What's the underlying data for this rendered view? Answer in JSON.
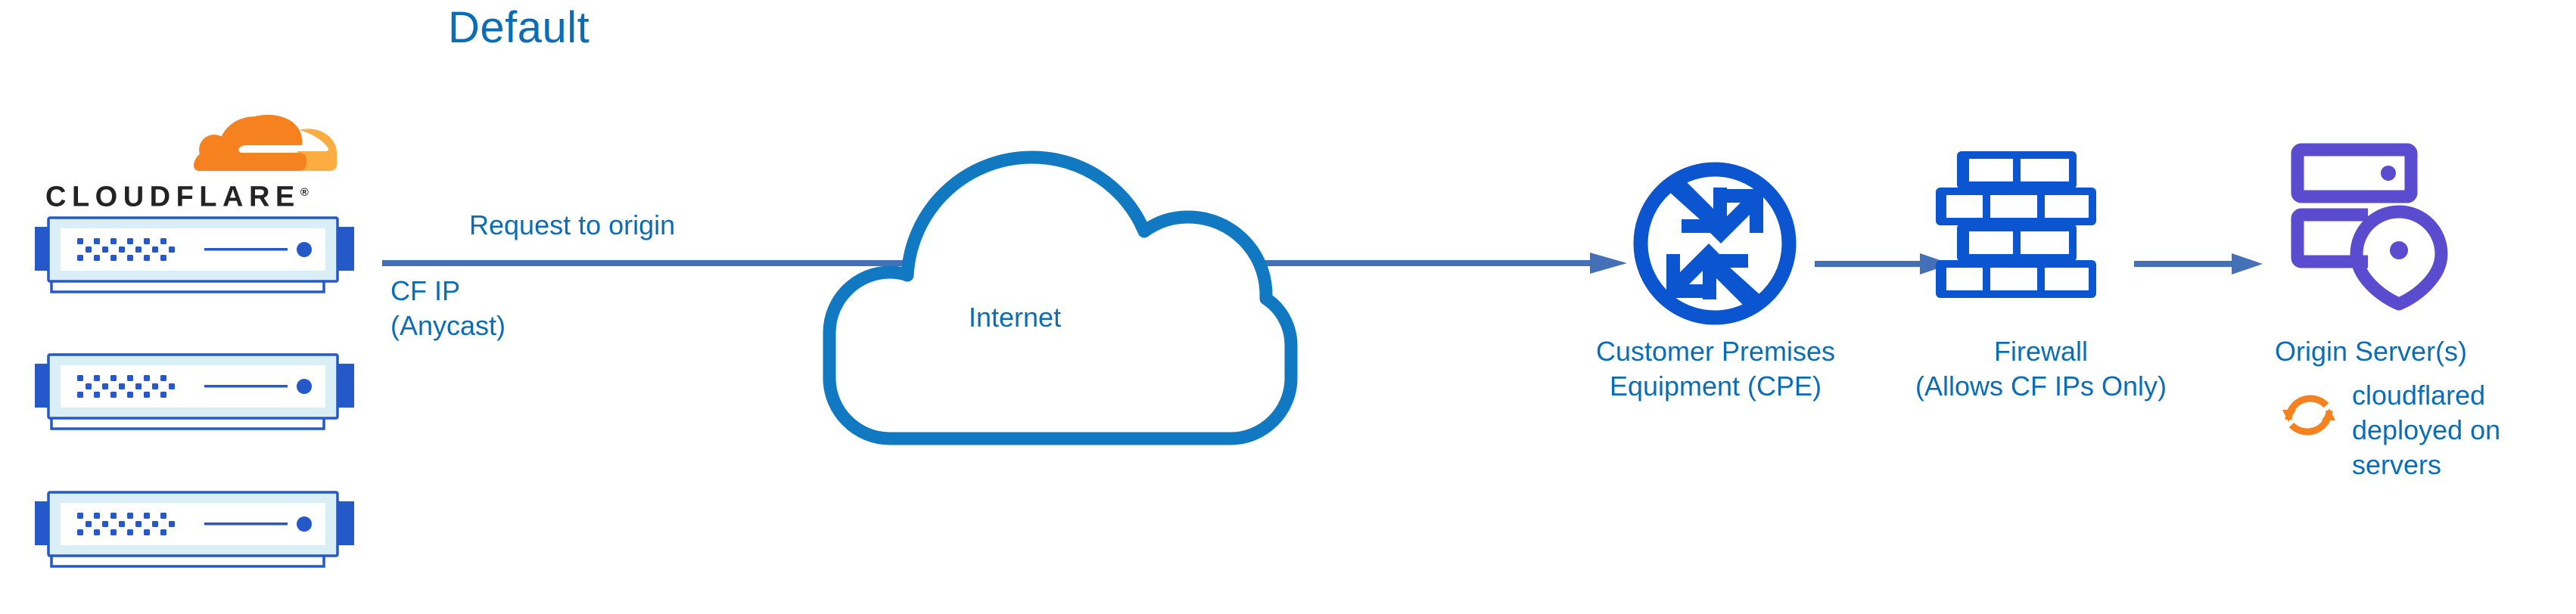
{
  "title": "Default",
  "colors": {
    "title_blue": "#0B6DB7",
    "label_blue": "#0B6DB7",
    "arrow_blue": "#4470B8",
    "icon_blue": "#0B56D0",
    "cloud_outline_blue": "#1179C1",
    "origin_purple": "#5B4BCF",
    "cloudflare_orange": "#F6821F",
    "cloudflare_orange_light": "#FBAD41",
    "wordmark_black": "#232323",
    "server_body": "#D9EFF5",
    "server_border": "#2558C8",
    "server_port_dot": "#2558C8"
  },
  "brand": {
    "wordmark": "CLOUDFLARE",
    "registered_mark": "®",
    "logo_icon": "cloudflare-cloud-logo"
  },
  "servers": {
    "count": 3,
    "icon": "network-switch-icon",
    "items": [
      {
        "name": "cloudflare-edge-server-1"
      },
      {
        "name": "cloudflare-edge-server-2"
      },
      {
        "name": "cloudflare-edge-server-3"
      }
    ]
  },
  "flow": {
    "request_label": "Request to origin",
    "cf_ip_line1": "CF IP",
    "cf_ip_line2": "(Anycast)",
    "arrows": [
      {
        "name": "arrow-edge-to-cpe",
        "direction": "right"
      },
      {
        "name": "arrow-cpe-to-firewall",
        "direction": "right"
      },
      {
        "name": "arrow-firewall-to-origin",
        "direction": "right"
      }
    ]
  },
  "internet": {
    "label": "Internet",
    "icon": "cloud-outline-icon"
  },
  "cpe": {
    "label_line1": "Customer Premises",
    "label_line2": "Equipment (CPE)",
    "icon": "router-icon"
  },
  "firewall": {
    "label_line1": "Firewall",
    "label_line2": "(Allows CF IPs Only)",
    "icon": "brick-wall-icon"
  },
  "origin": {
    "label": "Origin Server(s)",
    "icon": "server-location-pin-icon",
    "note_icon": "sync-arrows-icon",
    "note_line1": "cloudflared",
    "note_line2": "deployed on",
    "note_line3": "servers"
  }
}
